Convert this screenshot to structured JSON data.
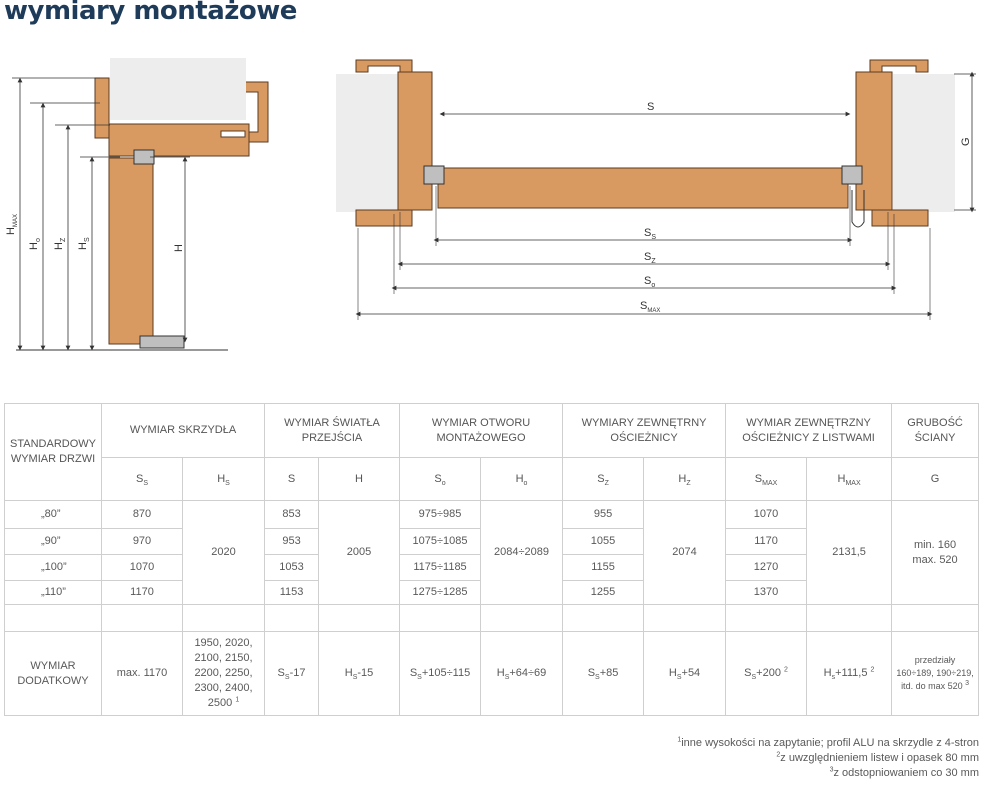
{
  "title": "wymiary montażowe",
  "drawing": {
    "side_labels": {
      "h_max": "H",
      "h_max_sub": "MAX",
      "h_o": "H",
      "h_o_sub": "o",
      "h_z": "H",
      "h_z_sub": "Z",
      "h_s": "H",
      "h_s_sub": "S",
      "h": "H",
      "g": "G"
    },
    "top_labels": {
      "s": "S",
      "s_s": "S",
      "s_s_sub": "S",
      "s_z": "S",
      "s_z_sub": "Z",
      "s_o": "S",
      "s_o_sub": "o",
      "s_max": "S",
      "s_max_sub": "MAX"
    }
  },
  "table": {
    "headers": {
      "standard": "STANDARDOWY\nWYMIAR DRZWI",
      "skrzydla": "WYMIAR SKRZYDŁA",
      "swiatla": "WYMIAR ŚWIATŁA\nPRZEJŚCIA",
      "otworu": "WYMIAR OTWORU\nMONTAŻOWEGO",
      "zewn": "WYMIARY ZEWNĘTRNY\nOŚCIEŻNICY",
      "zewn_listwy": "WYMIAR ZEWNĘTRZNY\nOŚCIEŻNICY Z LISTWAMI",
      "grubosc": "GRUBOŚĆ\nŚCIANY"
    },
    "sub_headers": {
      "s_s": "S",
      "s_s_sub": "S",
      "h_s": "H",
      "h_s_sub": "S",
      "s": "S",
      "h": "H",
      "s_o": "S",
      "s_o_sub": "o",
      "h_o": "H",
      "h_o_sub": "o",
      "s_z": "S",
      "s_z_sub": "Z",
      "h_z": "H",
      "h_z_sub": "Z",
      "s_max": "S",
      "s_max_sub": "MAX",
      "h_max": "H",
      "h_max_sub": "MAX",
      "g": "G"
    },
    "rows": [
      {
        "door": "„80”",
        "s_s": "870",
        "s": "853",
        "s_o": "975÷985",
        "s_z": "955",
        "s_max": "1070"
      },
      {
        "door": "„90”",
        "s_s": "970",
        "s": "953",
        "s_o": "1075÷1085",
        "s_z": "1055",
        "s_max": "1170"
      },
      {
        "door": "„100”",
        "s_s": "1070",
        "s": "1053",
        "s_o": "1175÷1185",
        "s_z": "1155",
        "s_max": "1270"
      },
      {
        "door": "„110”",
        "s_s": "1170",
        "s": "1153",
        "s_o": "1275÷1285",
        "s_z": "1255",
        "s_max": "1370"
      }
    ],
    "merged": {
      "h_s": "2020",
      "h": "2005",
      "h_o": "2084÷2089",
      "h_z": "2074",
      "h_max": "2131,5",
      "g_line1": "min. 160",
      "g_line2": "max. 520"
    },
    "extra": {
      "label": "WYMIAR\nDODATKOWY",
      "s_s": "max. 1170",
      "h_s": "1950, 2020,\n2100, 2150,\n2200, 2250,\n2300, 2400,\n2500",
      "h_s_sup": "1",
      "s_prefix": "S",
      "s_prefix_sub": "S",
      "s_suffix": "-17",
      "h_prefix": "H",
      "h_prefix_sub": "S",
      "h_suffix": "-15",
      "s_o_prefix": "S",
      "s_o_prefix_sub": "S",
      "s_o_suffix": "+105÷115",
      "h_o_prefix": "H",
      "h_o_prefix_sub": "S",
      "h_o_suffix": "+64÷69",
      "s_z_prefix": "S",
      "s_z_prefix_sub": "S",
      "s_z_suffix": "+85",
      "h_z_prefix": "H",
      "h_z_prefix_sub": "S",
      "h_z_suffix": "+54",
      "s_max_prefix": "S",
      "s_max_prefix_sub": "S",
      "s_max_suffix": "+200",
      "s_max_sup": "2",
      "h_max_prefix": "H",
      "h_max_prefix_sub": "s",
      "h_max_suffix": "+111,5",
      "h_max_sup": "2",
      "g": "przedziały\n160÷189, 190÷219,\nitd. do max 520",
      "g_sup": "3"
    }
  },
  "footnotes": [
    {
      "num": "1",
      "text": "inne wysokości na zapytanie; profil ALU na skrzydle z 4-stron"
    },
    {
      "num": "2",
      "text": "z uwzględnieniem listew i opasek 80 mm"
    },
    {
      "num": "3",
      "text": "z odstopniowaniem co 30 mm"
    }
  ],
  "colors": {
    "wood": "#d99a62",
    "wood_stroke": "#5b3b20",
    "title": "#1f3b5a",
    "wall": "#ededed"
  }
}
